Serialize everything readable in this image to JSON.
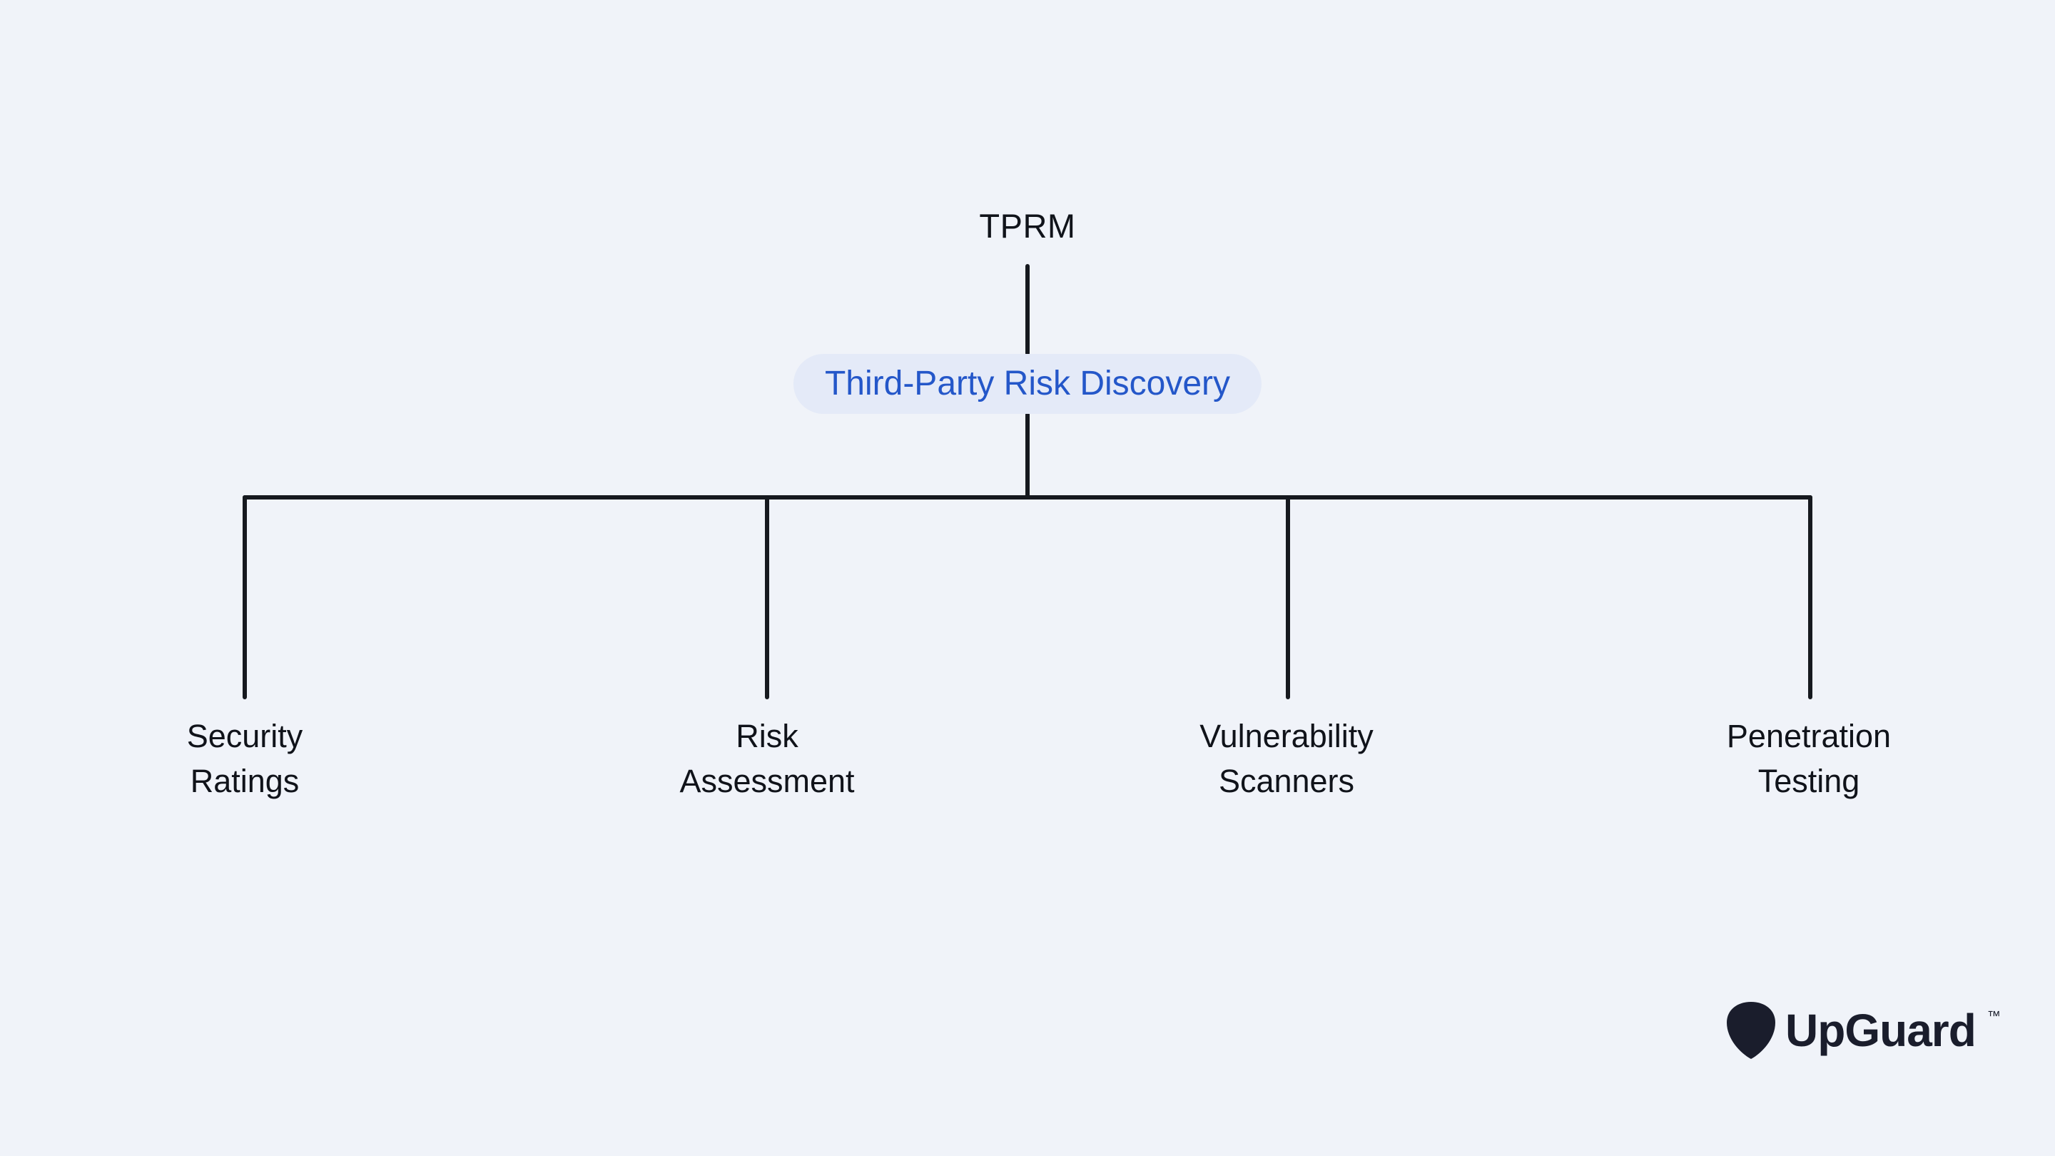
{
  "diagram": {
    "root_label": "TPRM",
    "highlight_node": "Third-Party Risk Discovery",
    "children": [
      {
        "line1": "Security",
        "line2": "Ratings"
      },
      {
        "line1": "Risk",
        "line2": "Assessment"
      },
      {
        "line1": "Vulnerability",
        "line2": "Scanners"
      },
      {
        "line1": "Penetration",
        "line2": "Testing"
      }
    ]
  },
  "branding": {
    "logo_icon": "upguard-pick-icon",
    "logo_text": "UpGuard",
    "trademark": "™"
  },
  "colors": {
    "bg": "#f0f3f9",
    "ink": "#10131a",
    "line": "#16191f",
    "pill_bg": "#e4eaf8",
    "pill_text": "#2457c9",
    "brand": "#1a1d2c"
  }
}
